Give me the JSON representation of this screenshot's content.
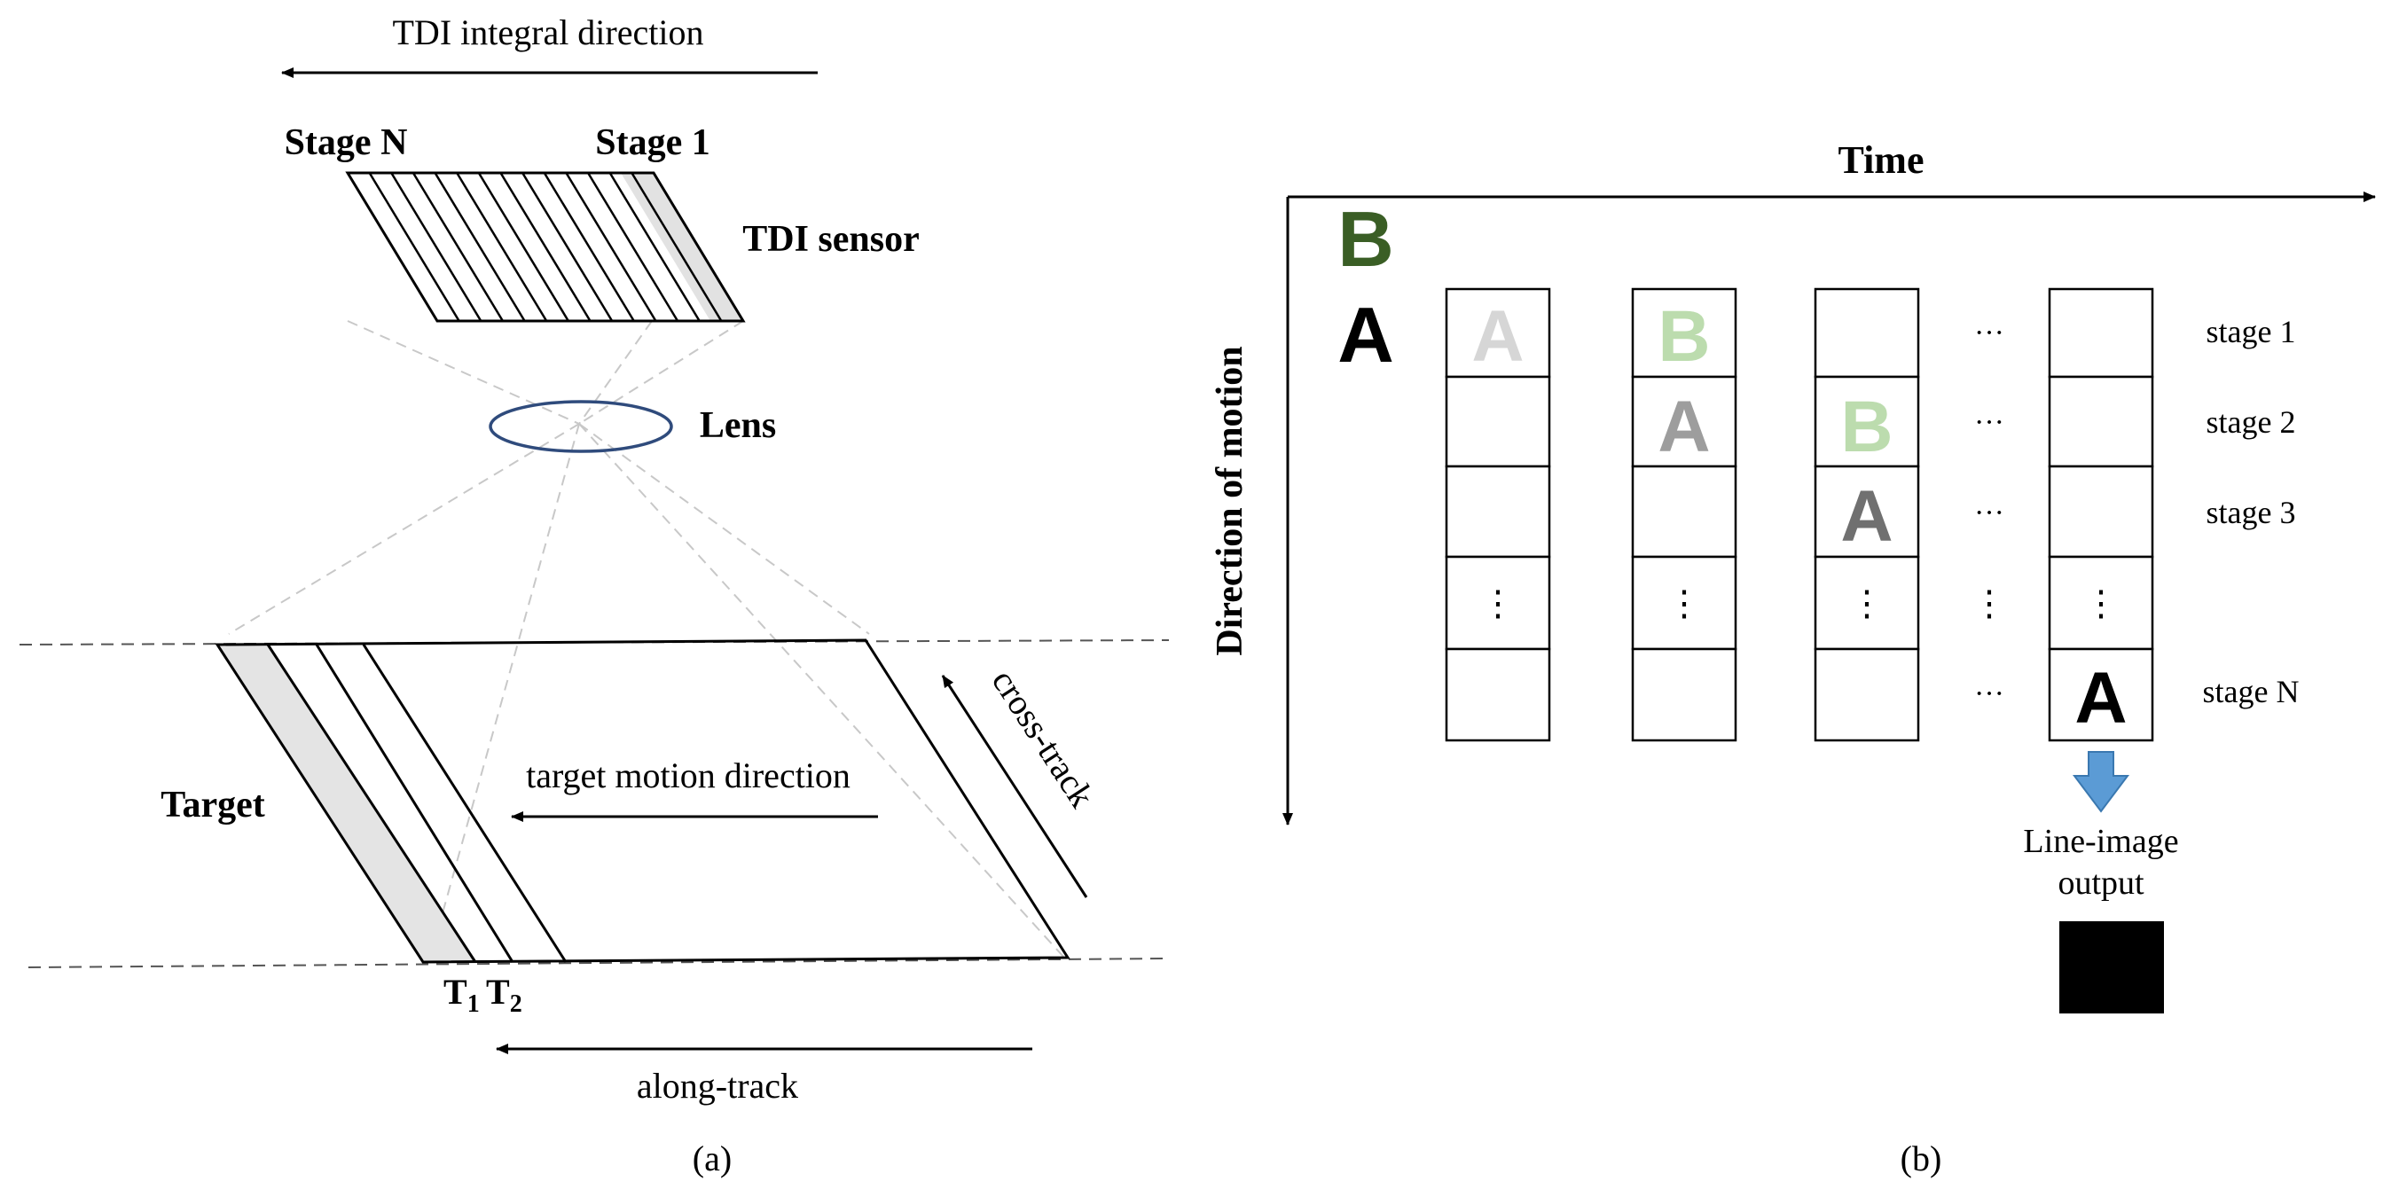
{
  "panel_a": {
    "tdi_integral_direction": "TDI integral direction",
    "stage_n": "Stage N",
    "stage_1": "Stage 1",
    "tdi_sensor": "TDI sensor",
    "lens": "Lens",
    "target": "Target",
    "target_motion_direction": "target motion direction",
    "cross_track": "cross-track",
    "along_track": "along-track",
    "t1_base": "T",
    "t1_sub": "1",
    "t2_base": "T",
    "t2_sub": "2",
    "caption": "(a)"
  },
  "panel_b": {
    "time_axis": "Time",
    "direction_axis": "Direction of motion",
    "letter_b": "B",
    "letter_a": "A",
    "stage_labels": [
      "stage 1",
      "stage 2",
      "stage 3",
      "stage N"
    ],
    "ellipsis_h": "···",
    "ellipsis_v": "⋮",
    "output_label_line1": "Line-image",
    "output_label_line2": "output",
    "caption": "(b)",
    "colors": {
      "b_dark_green": "#3a5e25",
      "b_light_green": "#bcdcae",
      "a_black": "#000000",
      "a_light_gray": "#d6d6d6",
      "a_mid_gray": "#9d9d9d",
      "a_dark_gray": "#707070",
      "arrow_blue": "#5b9bd5"
    }
  }
}
